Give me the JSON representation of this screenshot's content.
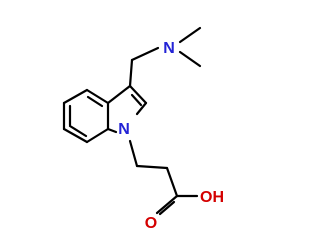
{
  "molecule": {
    "atoms": {
      "n_amine": "N",
      "n_indole": "N",
      "o_carbonyl": "O",
      "o_hydroxyl": "OH"
    }
  },
  "colors": {
    "bond": "#000000",
    "nitrogen": "#2323d6",
    "oxygen": "#d40000"
  }
}
